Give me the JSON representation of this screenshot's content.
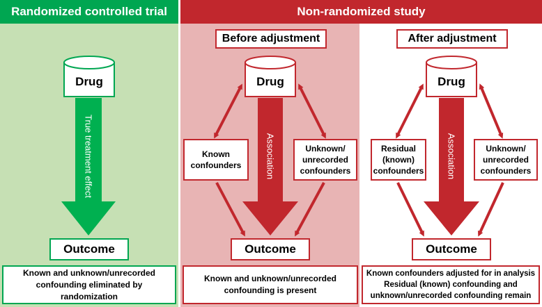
{
  "colors": {
    "rct_header": "#00a651",
    "rct_panel": "#c6e0b4",
    "nrs_header": "#c1272d",
    "before_panel": "#e8b4b4",
    "after_panel": "#ffffff",
    "green_arrow": "#00b050",
    "red_arrow": "#c1272d"
  },
  "headers": {
    "rct": "Randomized controlled trial",
    "nrs": "Non-randomized study"
  },
  "rct": {
    "drug": "Drug",
    "arrow_label": "True treatment effect",
    "outcome": "Outcome",
    "summary": "Known and unknown/unrecorded confounding eliminated by randomization"
  },
  "before": {
    "title": "Before adjustment",
    "drug": "Drug",
    "arrow_label": "Association",
    "left_confounder": "Known confounders",
    "right_confounder": "Unknown/ unrecorded confounders",
    "outcome": "Outcome",
    "summary": "Known and unknown/unrecorded confounding is present"
  },
  "after": {
    "title": "After adjustment",
    "drug": "Drug",
    "arrow_label": "Association",
    "left_confounder": "Residual (known) confounders",
    "right_confounder": "Unknown/ unrecorded confounders",
    "outcome": "Outcome",
    "summary_line1": "Known confounders adjusted for in analysis",
    "summary_line2": "Residual (known) confounding and unknown/unrecorded confounding remain"
  }
}
